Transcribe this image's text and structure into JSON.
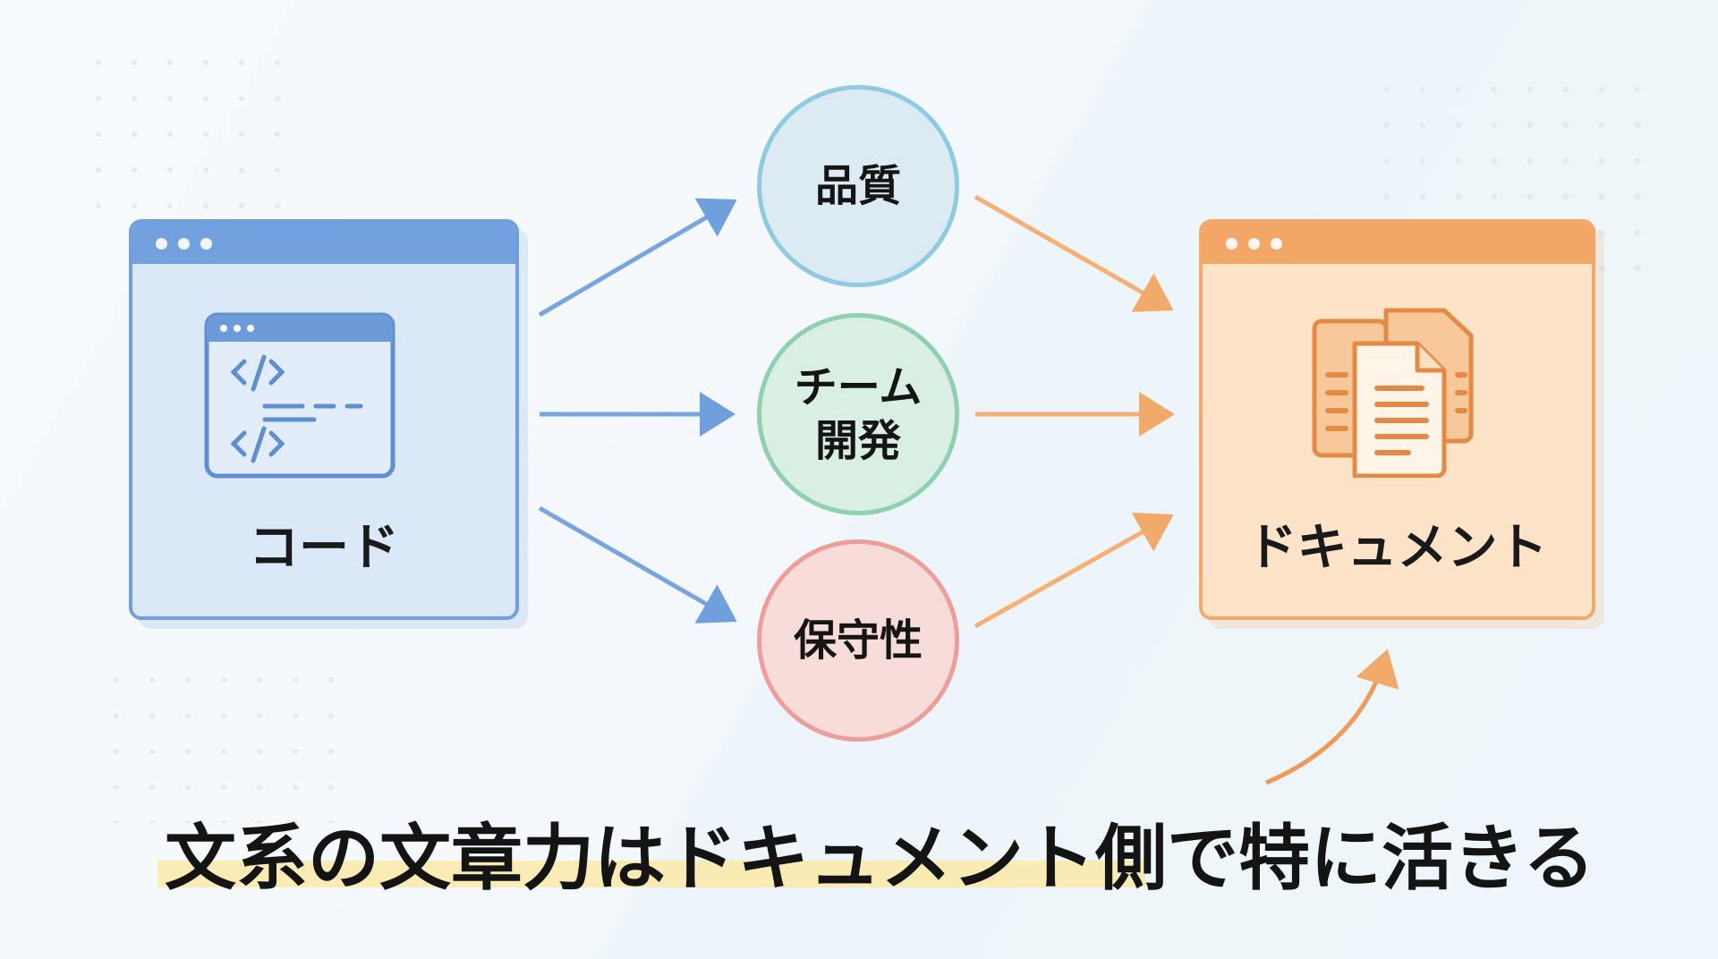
{
  "left_box": {
    "label": "コード",
    "icon": "code-window-icon"
  },
  "right_box": {
    "label": "ドキュメント",
    "icon": "documents-icon"
  },
  "circles": [
    {
      "label": "品質"
    },
    {
      "label_line1": "チーム",
      "label_line2": "開発"
    },
    {
      "label": "保守性"
    }
  ],
  "caption": "文系の文章力はドキュメント側で特に活きる",
  "colors": {
    "blue": "#6f9fdc",
    "orange": "#f2a866",
    "highlight": "#fbe9a8"
  }
}
